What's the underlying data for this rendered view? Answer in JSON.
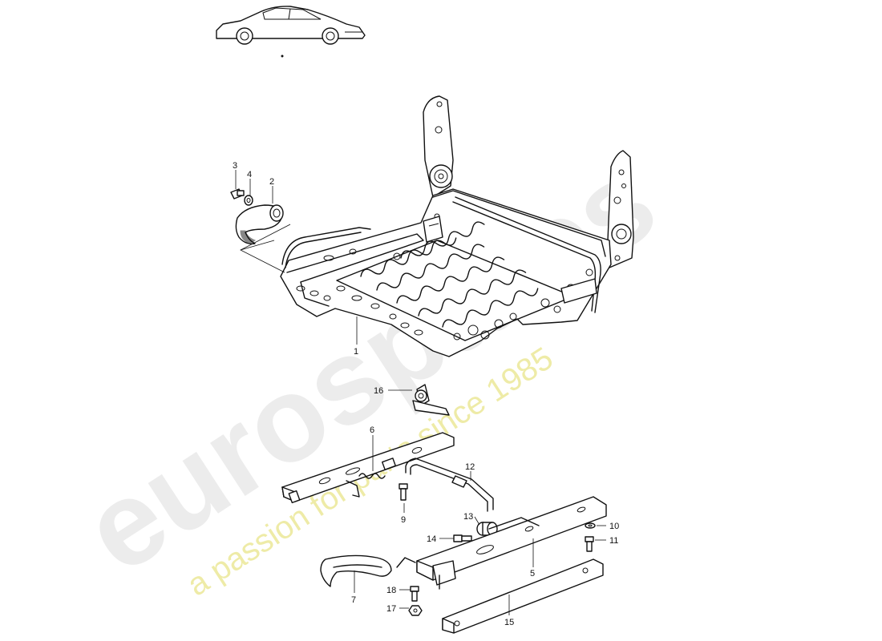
{
  "watermark": {
    "brand": "eurospares",
    "tagline": "a passion for parts since 1985"
  },
  "callouts": [
    {
      "id": "1",
      "label": "1"
    },
    {
      "id": "2",
      "label": "2"
    },
    {
      "id": "3",
      "label": "3"
    },
    {
      "id": "4",
      "label": "4"
    },
    {
      "id": "5",
      "label": "5"
    },
    {
      "id": "6",
      "label": "6"
    },
    {
      "id": "7",
      "label": "7"
    },
    {
      "id": "9",
      "label": "9"
    },
    {
      "id": "10",
      "label": "10"
    },
    {
      "id": "11",
      "label": "11"
    },
    {
      "id": "12",
      "label": "12"
    },
    {
      "id": "13",
      "label": "13"
    },
    {
      "id": "14",
      "label": "14"
    },
    {
      "id": "15",
      "label": "15"
    },
    {
      "id": "16",
      "label": "16"
    },
    {
      "id": "17",
      "label": "17"
    },
    {
      "id": "18",
      "label": "18"
    }
  ]
}
